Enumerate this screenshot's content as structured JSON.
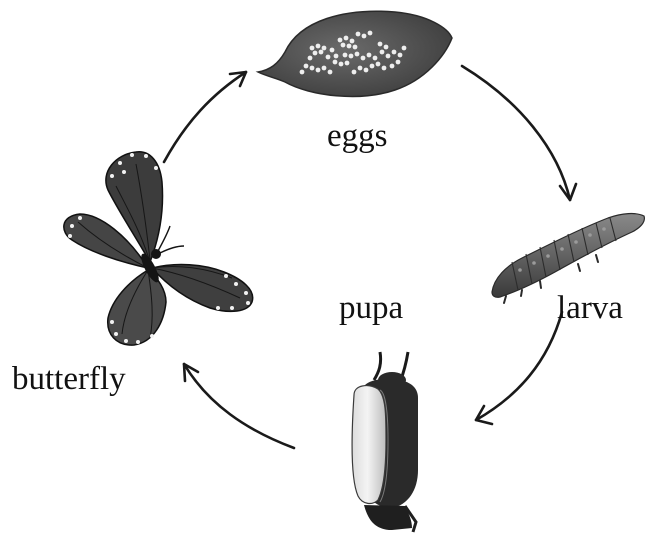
{
  "stages": {
    "eggs": {
      "label": "eggs"
    },
    "larva": {
      "label": "larva"
    },
    "pupa": {
      "label": "pupa"
    },
    "butterfly": {
      "label": "butterfly"
    }
  }
}
